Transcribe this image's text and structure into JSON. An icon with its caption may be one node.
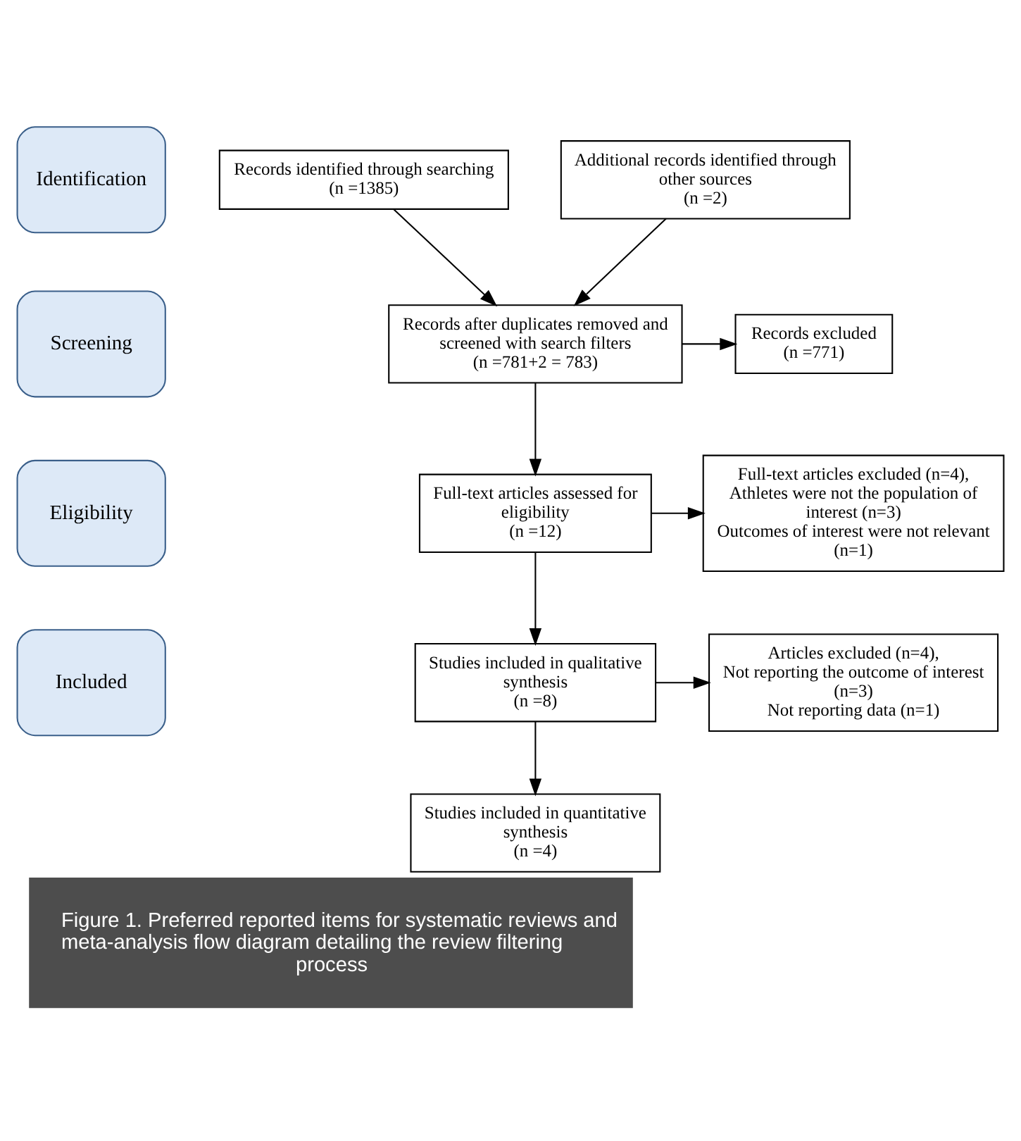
{
  "diagram": {
    "caption": "Figure 1. Preferred reported items for systematic reviews and meta-analysis flow diagram detailing the review filtering process",
    "nodes": [
      {
        "text": [
          "Identification"
        ]
      },
      {
        "text": [
          "Screening"
        ]
      },
      {
        "text": [
          "Eligibility"
        ]
      },
      {
        "text": [
          "Included"
        ]
      },
      {
        "text": [
          "Records identified through searching",
          "(n =1385)"
        ]
      },
      {
        "text": [
          "Additional records identified through other sources",
          "(n =2)"
        ]
      },
      {
        "text": [
          "Records after duplicates removed and screened with search filters",
          "(n =781+2 = 783)"
        ]
      },
      {
        "text": [
          "Records excluded",
          "(n =771)"
        ]
      },
      {
        "text": [
          "Full-text articles assessed for eligibility",
          "(n =12)"
        ]
      },
      {
        "text": [
          "Full-text articles excluded (n=4),",
          "Athletes were not the population of interest (n=3)",
          "Outcomes of interest were not relevant (n=1)"
        ]
      },
      {
        "text": [
          "Studies included in qualitative synthesis",
          "(n =8)"
        ]
      },
      {
        "text": [
          "Articles excluded (n=4),",
          "Not reporting the outcome of interest (n=3)",
          "Not reporting data (n=1)"
        ]
      },
      {
        "text": [
          "Studies included in quantitative synthesis",
          "(n =4)"
        ]
      }
    ],
    "edges": [
      {
        "from": 4,
        "to": 6,
        "arrow": "to"
      },
      {
        "from": 5,
        "to": 6,
        "arrow": "to"
      },
      {
        "from": 6,
        "to": 8,
        "arrow": "to"
      },
      {
        "from": 6,
        "to": 7,
        "arrow": "to"
      },
      {
        "from": 8,
        "to": 9,
        "arrow": "to"
      },
      {
        "from": 8,
        "to": 10,
        "arrow": "to"
      },
      {
        "from": 10,
        "to": 11,
        "arrow": "to"
      },
      {
        "from": 10,
        "to": 12,
        "arrow": "to"
      }
    ]
  }
}
